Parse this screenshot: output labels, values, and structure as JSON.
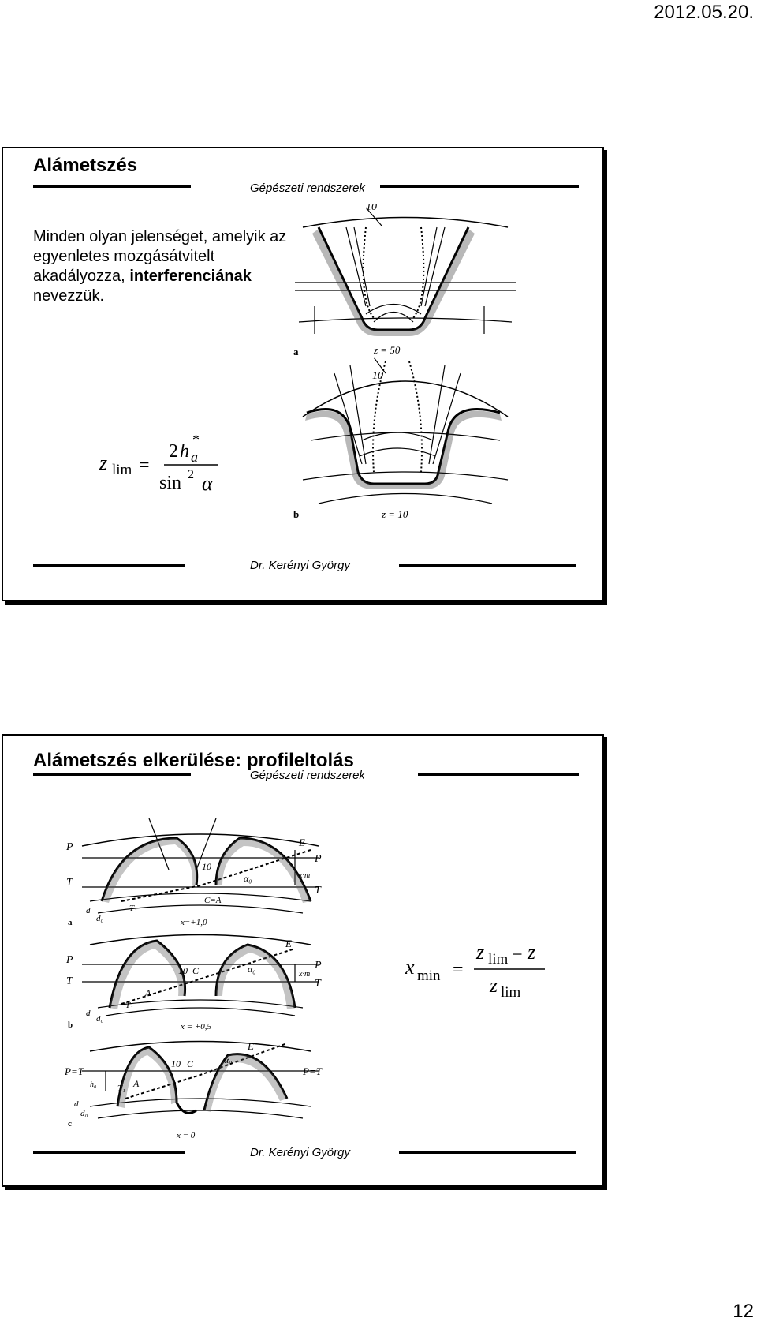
{
  "header_date": "2012.05.20.",
  "page_number": "12",
  "slide1": {
    "title": "Alámetszés",
    "subject": "Gépészeti rendszerek",
    "author": "Dr. Kerényi György",
    "text_plain_1": "Minden olyan jelenséget, amelyik az egyenletes mozgásátvitelt akadályozza,",
    "text_bold": "interferenciának",
    "text_plain_2": "nevezzük.",
    "formula": {
      "lhs": "z",
      "lhs_sub": "lim",
      "eq": "=",
      "num_coef": "2",
      "num_var": "h",
      "num_sup": "*",
      "num_sub": "a",
      "den_fn": "sin",
      "den_sup": "2",
      "den_var": "α"
    },
    "figure": {
      "label_a": "a",
      "label_b": "b",
      "z_a": "z = 50",
      "z_b": "z = 10",
      "ten_a": "10",
      "ten_b": "10"
    }
  },
  "slide2": {
    "title": "Alámetszés elkerülése: profileltolás",
    "subject": "Gépészeti rendszerek",
    "author": "Dr. Kerényi György",
    "formula": {
      "lhs": "x",
      "lhs_sub": "min",
      "eq": "=",
      "num_a": "z",
      "num_a_sub": "lim",
      "num_minus": "−",
      "num_b": "z",
      "den": "z",
      "den_sub": "lim"
    },
    "figure": {
      "a": {
        "label": "a",
        "P": "P",
        "T": "T",
        "P2": "P",
        "T2": "T",
        "E": "E",
        "ten": "10",
        "alpha": "α₀",
        "xm": "x·m",
        "CA": "C=A",
        "d": "d",
        "d0": "d₀",
        "T1": "T₁",
        "shift": "x=+1,0"
      },
      "b": {
        "label": "b",
        "P": "P",
        "T": "T",
        "P2": "P",
        "T2": "T",
        "E": "E",
        "ten": "10",
        "C": "C",
        "A": "A",
        "alpha": "α₀",
        "xm": "x·m",
        "d": "d",
        "d0": "d₀",
        "T1": "T₁",
        "shift": "x = +0,5"
      },
      "c": {
        "label": "c",
        "PT": "P=T",
        "PT2": "P=T",
        "E": "E",
        "ten": "10",
        "C": "C",
        "A": "A",
        "alpha": "α₀",
        "h": "h₀",
        "d": "d",
        "d0": "d₀",
        "T1": "T₁",
        "shift": "x = 0"
      }
    }
  }
}
